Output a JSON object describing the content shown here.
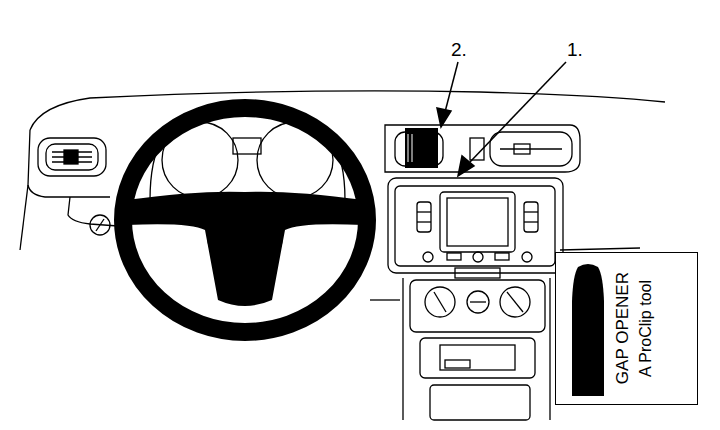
{
  "diagram": {
    "nodes": [
      {
        "text": [
          "GAP OPENER",
          "A ProClip tool"
        ]
      }
    ],
    "labels": [
      "2.",
      "1."
    ]
  }
}
